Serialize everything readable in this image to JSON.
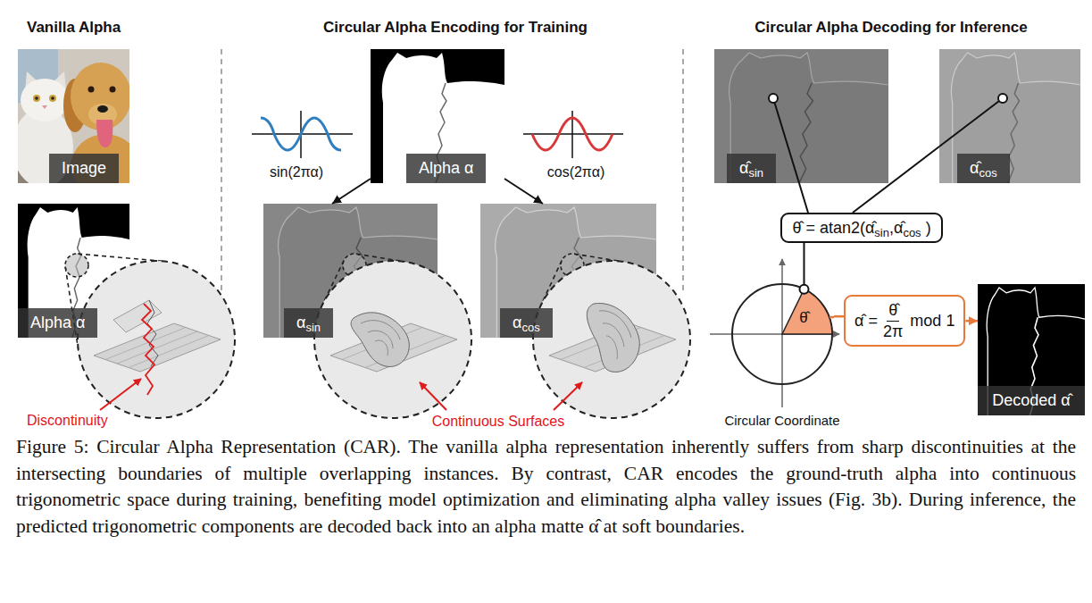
{
  "diagram": {
    "caption": "Figure 5: Circular Alpha Representation (CAR). The vanilla alpha representation inherently suffers from sharp discontinuities at the intersecting boundaries of multiple overlapping instances. By contrast, CAR encodes the ground-truth alpha into continuous trigonometric space during training, benefiting model optimization and eliminating alpha valley issues (Fig. 3b). During inference, the predicted trigonometric components are decoded back into an alpha matte α̂ at soft boundaries.",
    "nodes": [
      {
        "text": [
          "Image"
        ]
      },
      {
        "text": [
          "Alpha α"
        ]
      },
      {
        "text": [
          "Alpha α"
        ]
      },
      {
        "text": [
          "α",
          "sin"
        ]
      },
      {
        "text": [
          "α",
          "cos"
        ]
      },
      {
        "text": [
          "α̂",
          "sin"
        ]
      },
      {
        "text": [
          "α̂",
          "cos"
        ]
      },
      {
        "text": [
          "θ̂ = atan2(α̂",
          "sin",
          ",α̂",
          "cos",
          ")"
        ]
      },
      {
        "text": [
          "θ̂",
          "Circular Coordinate"
        ]
      },
      {
        "text": [
          "α̂ =",
          "θ̂",
          "2π",
          "mod 1"
        ]
      },
      {
        "text": [
          "Decoded α̂"
        ]
      }
    ],
    "edges": [
      {
        "from": 2,
        "to": 3,
        "arrow": "to"
      },
      {
        "from": 2,
        "to": 4,
        "arrow": "to"
      },
      {
        "from": 5,
        "to": 7,
        "arrow": "none"
      },
      {
        "from": 6,
        "to": 7,
        "arrow": "none"
      },
      {
        "from": 7,
        "to": 8,
        "arrow": "none"
      },
      {
        "from": 9,
        "to": 8,
        "arrow": "none"
      },
      {
        "from": 9,
        "to": 10,
        "arrow": "to"
      }
    ],
    "labels": [
      "Vanilla Alpha",
      "Circular Alpha Encoding for Training",
      "Circular Alpha Decoding for Inference",
      "Discontinuity",
      "sin(2πα)",
      "cos(2πα)",
      "Continuous Surfaces"
    ]
  }
}
